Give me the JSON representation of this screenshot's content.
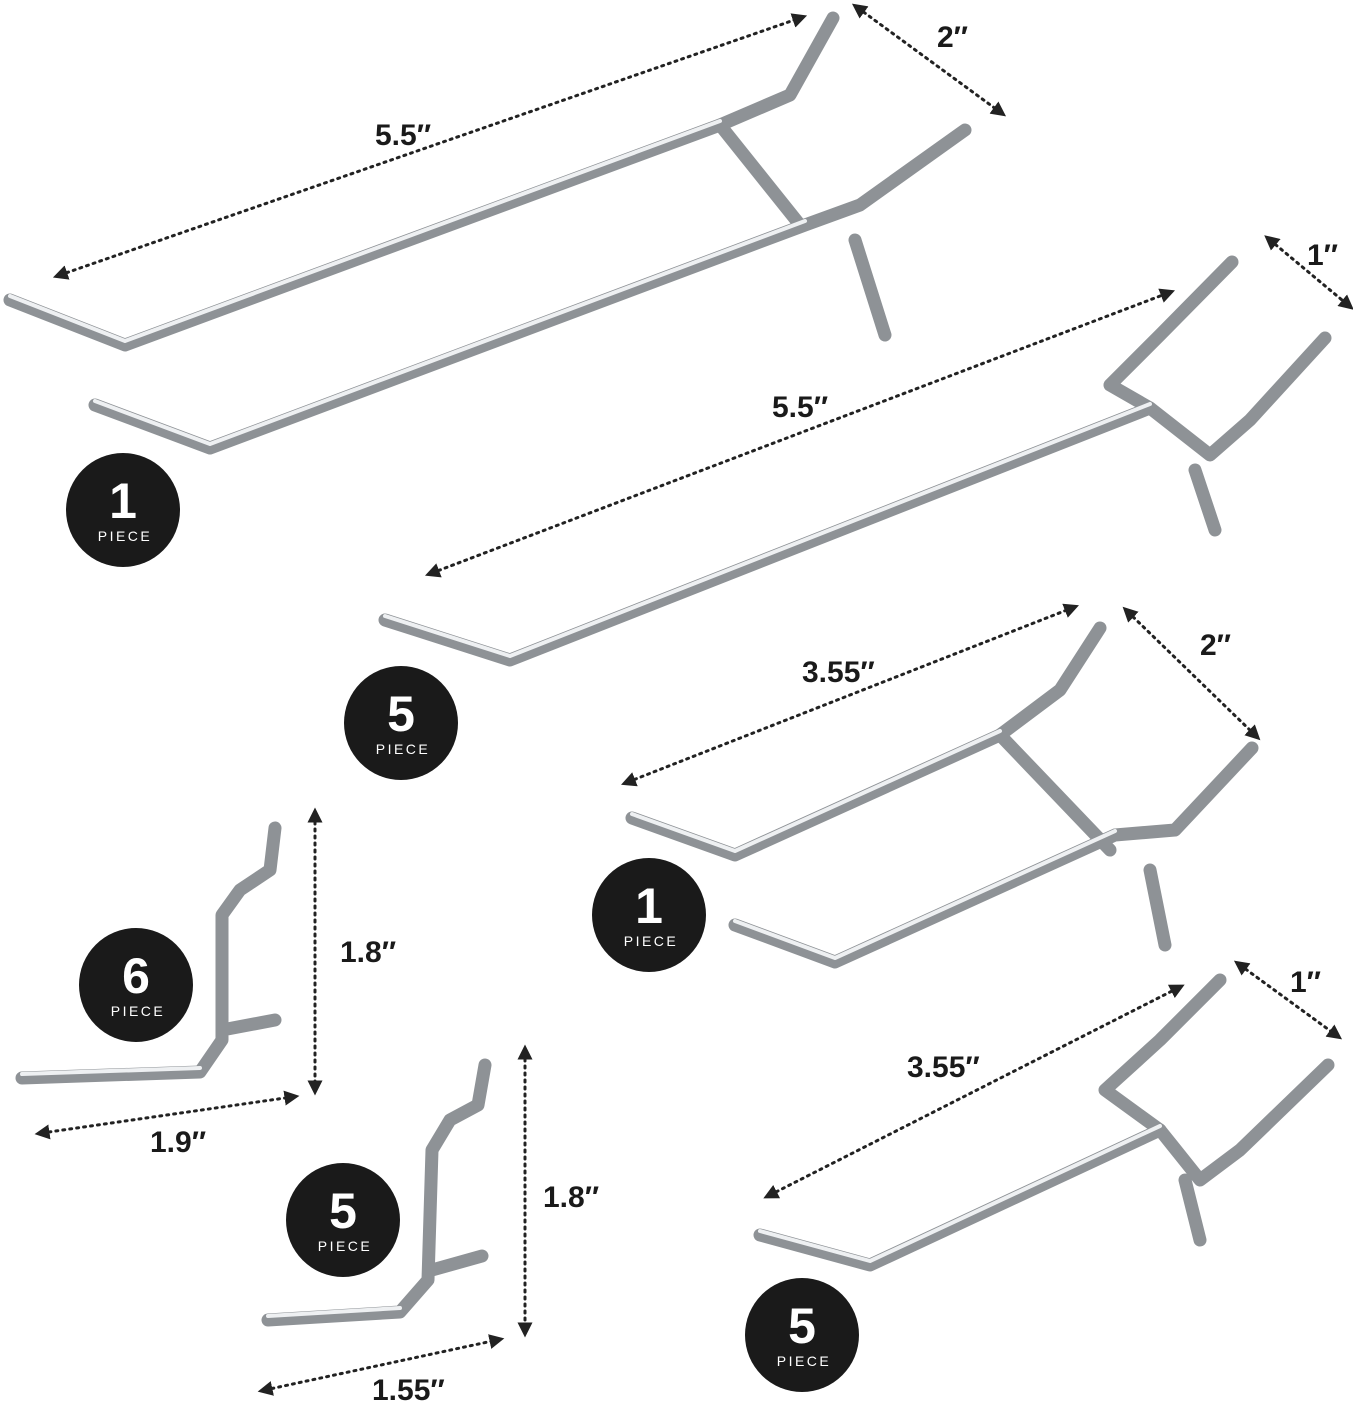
{
  "badges": [
    {
      "number": "1",
      "label": "PIECE"
    },
    {
      "number": "5",
      "label": "PIECE"
    },
    {
      "number": "1",
      "label": "PIECE"
    },
    {
      "number": "6",
      "label": "PIECE"
    },
    {
      "number": "5",
      "label": "PIECE"
    },
    {
      "number": "5",
      "label": "PIECE"
    }
  ],
  "dimensions": [
    "5.5″",
    "2″",
    "1″",
    "5.5″",
    "3.55″",
    "2″",
    "1″",
    "3.55″",
    "1.8″",
    "1.9″",
    "1.8″",
    "1.55″"
  ],
  "colors": {
    "badge": "#1a1a1a",
    "wire": "#8e9296",
    "text": "#1a1a1a"
  }
}
